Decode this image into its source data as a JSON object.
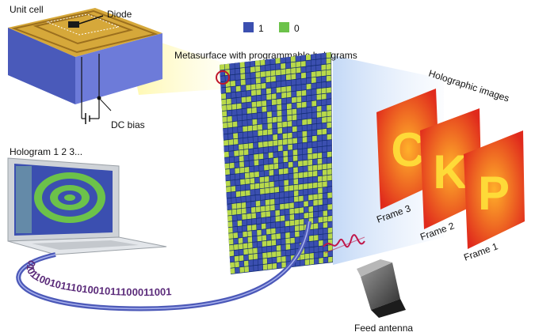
{
  "labels": {
    "unit_cell": "Unit cell",
    "diode": "Diode",
    "dc_bias": "DC bias",
    "hologram": "Hologram 1 2 3...",
    "metasurface": "Metasurface with programmable holograms",
    "holographic_images": "Holographic images",
    "frame3": "Frame 3",
    "frame2": "Frame 2",
    "frame1": "Frame 1",
    "feed_antenna": "Feed antenna"
  },
  "legend": [
    {
      "label": "1",
      "color": "#3b4fb0"
    },
    {
      "label": "0",
      "color": "#6cc24a"
    }
  ],
  "bitstream": "01011001011101001011100011001",
  "frames": [
    {
      "name": "Frame 3",
      "glyph": "C"
    },
    {
      "name": "Frame 2",
      "glyph": "K"
    },
    {
      "name": "Frame 1",
      "glyph": "P"
    }
  ],
  "colors": {
    "coding_one": "#3b4fb0",
    "coding_zero": "#b8d94a",
    "substrate": "#6d7bd9",
    "copper": "#d6a83a",
    "cable": "#4c59b8",
    "bits_dark": "#5b2b7a",
    "bits_red": "#c0184a",
    "frame_hot": "#e02a1c",
    "frame_glow": "#ffe23a"
  }
}
